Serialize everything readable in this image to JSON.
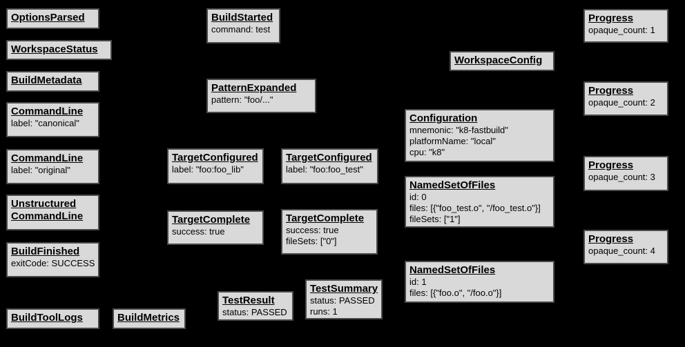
{
  "diagram": {
    "background_color": "#000000",
    "node_fill_color": "#d9d9d9",
    "node_border_color": "#4a4a4a",
    "text_color": "#000000"
  },
  "boxes": {
    "options_parsed": {
      "title": "OptionsParsed",
      "fields": []
    },
    "workspace_status": {
      "title": "WorkspaceStatus",
      "fields": []
    },
    "build_metadata": {
      "title": "BuildMetadata",
      "fields": []
    },
    "command_line_canonical": {
      "title": "CommandLine",
      "fields": [
        "label: \"canonical\""
      ]
    },
    "command_line_original": {
      "title": "CommandLine",
      "fields": [
        "label: \"original\""
      ]
    },
    "unstructured_command_line": {
      "title_lines": [
        "Unstructured",
        "CommandLine"
      ],
      "fields": []
    },
    "build_finished": {
      "title": "BuildFinished",
      "fields": [
        "exitCode: SUCCESS"
      ]
    },
    "build_tool_logs": {
      "title": "BuildToolLogs",
      "fields": []
    },
    "build_metrics": {
      "title": "BuildMetrics",
      "fields": []
    },
    "build_started": {
      "title": "BuildStarted",
      "fields": [
        "command: test"
      ]
    },
    "pattern_expanded": {
      "title": "PatternExpanded",
      "fields": [
        "pattern: \"foo/...\""
      ]
    },
    "target_configured_lib": {
      "title": "TargetConfigured",
      "fields": [
        "label: \"foo:foo_lib\""
      ]
    },
    "target_configured_test": {
      "title": "TargetConfigured",
      "fields": [
        "label: \"foo:foo_test\""
      ]
    },
    "target_complete_lib": {
      "title": "TargetComplete",
      "fields": [
        "success: true"
      ]
    },
    "target_complete_test": {
      "title": "TargetComplete",
      "fields": [
        "success: true",
        "fileSets: [\"0\"]"
      ]
    },
    "test_result": {
      "title": "TestResult",
      "fields": [
        "status: PASSED"
      ]
    },
    "test_summary": {
      "title": "TestSummary",
      "fields": [
        "status: PASSED",
        "runs: 1"
      ]
    },
    "workspace_config": {
      "title": "WorkspaceConfig",
      "fields": []
    },
    "configuration": {
      "title": "Configuration",
      "fields": [
        "mnemonic: \"k8-fastbuild\"",
        "platformName: \"local\"",
        "cpu: \"k8\""
      ]
    },
    "named_set_of_files_0": {
      "title": "NamedSetOfFiles",
      "fields": [
        "id: 0",
        "files: [{\"foo_test.o\", \"/foo_test.o\"}]",
        "fileSets: [\"1\"]"
      ]
    },
    "named_set_of_files_1": {
      "title": "NamedSetOfFiles",
      "fields": [
        "id: 1",
        "files: [{\"foo.o\", \"/foo.o\"}]"
      ]
    },
    "progress_1": {
      "title": "Progress",
      "fields": [
        "opaque_count: 1"
      ]
    },
    "progress_2": {
      "title": "Progress",
      "fields": [
        "opaque_count: 2"
      ]
    },
    "progress_3": {
      "title": "Progress",
      "fields": [
        "opaque_count: 3"
      ]
    },
    "progress_4": {
      "title": "Progress",
      "fields": [
        "opaque_count: 4"
      ]
    }
  }
}
